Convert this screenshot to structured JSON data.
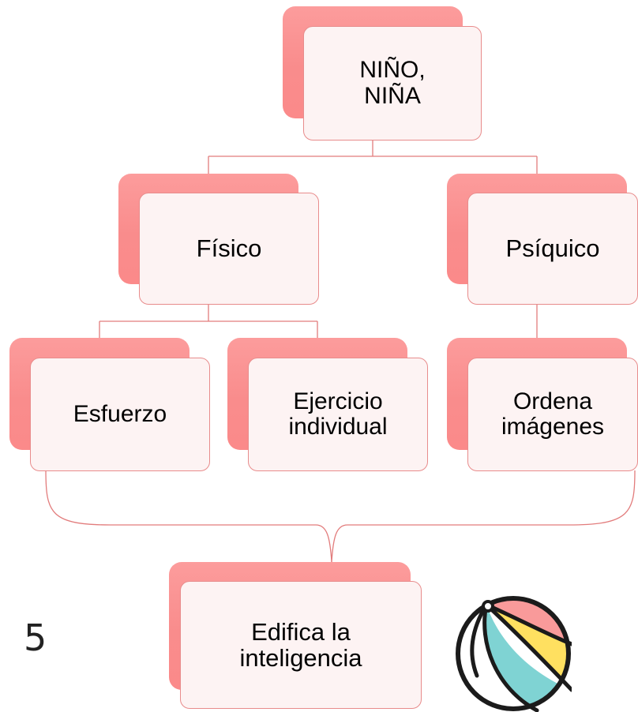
{
  "diagram": {
    "root": "NIÑO,\nNIÑA",
    "branches": [
      {
        "label": "Físico",
        "children": [
          "Esfuerzo",
          "Ejercicio\nindividual"
        ]
      },
      {
        "label": "Psíquico",
        "children": [
          "Ordena\nimágenes"
        ]
      }
    ],
    "result": "Edifica la\ninteligencia"
  },
  "page_number": "5",
  "colors": {
    "accent": "#fa8c8c",
    "box_fill": "#fdf3f3",
    "connector": "#e27c7c"
  },
  "icons": {
    "ball": "beach-ball-icon"
  }
}
